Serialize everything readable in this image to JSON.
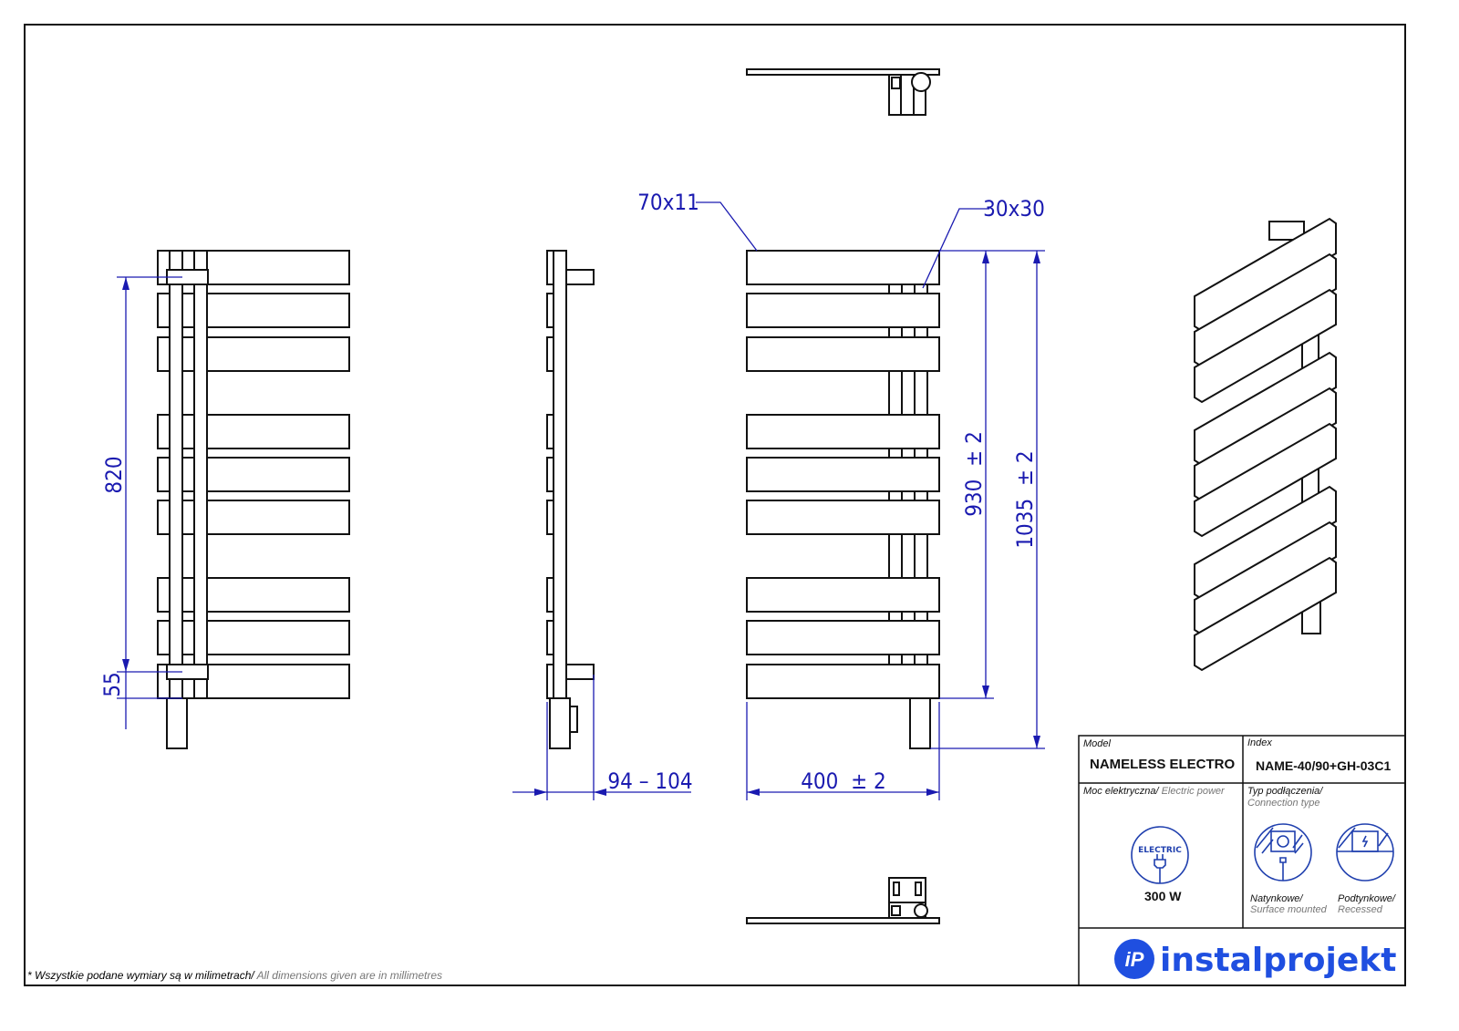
{
  "dimensions": {
    "bar_section": "70x11",
    "rail_section": "30x30",
    "rail_spacing": "820",
    "bottom_offset": "55",
    "height_rail": "930  ± 2",
    "height_total": "1035  ± 2",
    "depth": "94 – 104",
    "width": "400  ± 2"
  },
  "title_block": {
    "model_label": "Model",
    "model_value": "NAMELESS ELECTRO",
    "index_label": "Index",
    "index_value": "NAME-40/90+GH-03C1",
    "power_label_pl": "Moc elektryczna/",
    "power_label_en": "Electric power",
    "power_icon_text": "ELECTRIC",
    "power_value": "300 W",
    "connection_label_pl": "Typ podłączenia/",
    "connection_label_en": "Connection type",
    "surface_pl": "Natynkowe/",
    "surface_en": "Surface mounted",
    "recessed_pl": "Podtynkowe/",
    "recessed_en": "Recessed",
    "brand": "instalprojekt",
    "brand_mark": "iP"
  },
  "footnote": {
    "pl": "* Wszystkie podane wymiary są w milimetrach/",
    "en": "All dimensions given are in millimetres"
  },
  "colors": {
    "dimension": "#1a1ab0",
    "brand": "#1f4fe0"
  }
}
